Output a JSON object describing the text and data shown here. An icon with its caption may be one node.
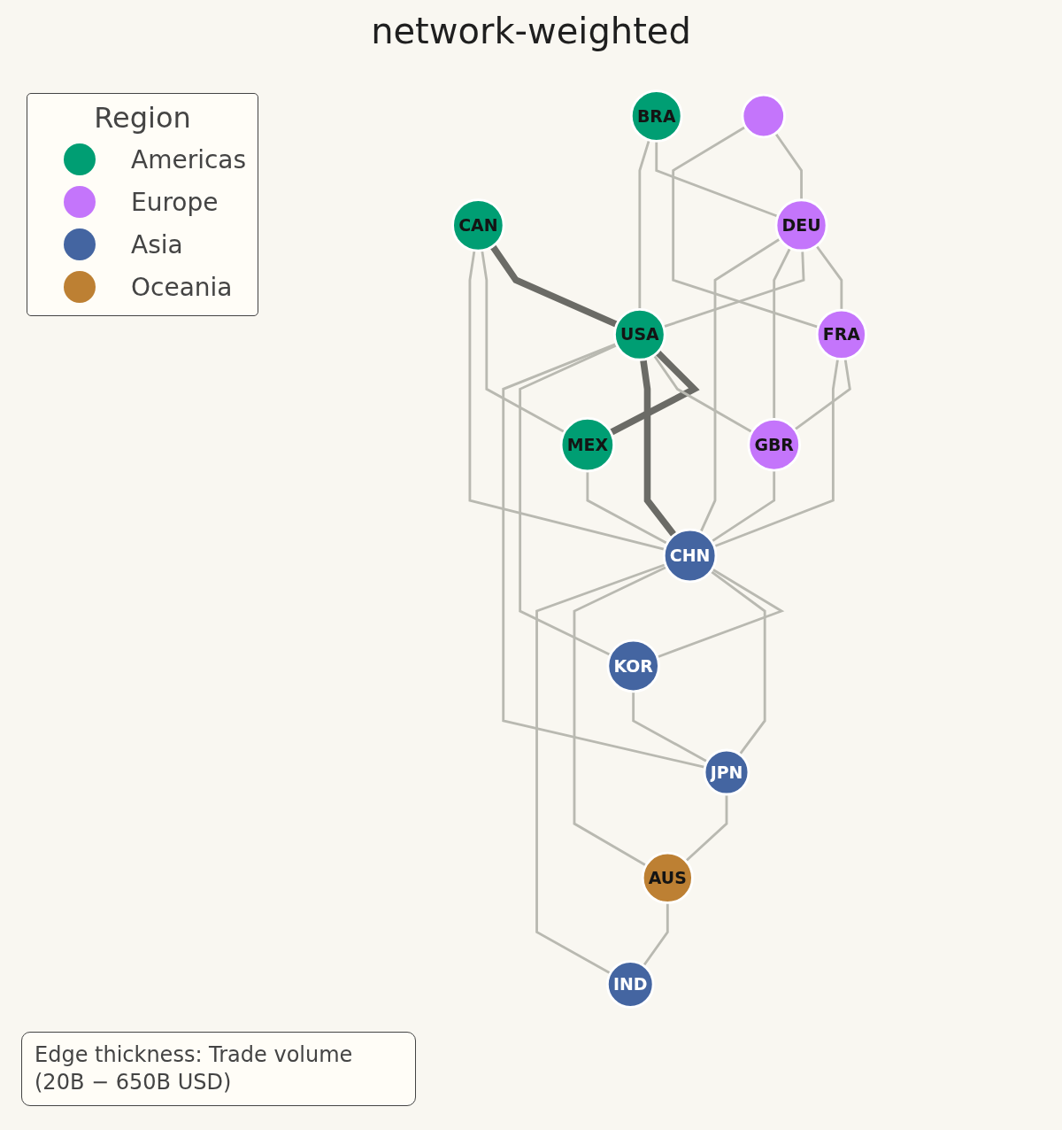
{
  "diagram": {
    "title": "network-weighted",
    "nodes": [
      {
        "text": [
          "BRA"
        ]
      },
      {
        "text": [],
        "shape": "circle"
      },
      {
        "text": [
          "CAN"
        ]
      },
      {
        "text": [
          "DEU"
        ]
      },
      {
        "text": [
          "FRA"
        ]
      },
      {
        "text": [
          "USA"
        ]
      },
      {
        "text": [
          "MEX"
        ]
      },
      {
        "text": [
          "GBR"
        ]
      },
      {
        "text": [
          "CHN"
        ]
      },
      {
        "text": [
          "KOR"
        ]
      },
      {
        "text": [
          "JPN"
        ]
      },
      {
        "text": [
          "AUS"
        ]
      },
      {
        "text": [
          "IND"
        ]
      }
    ],
    "edges": [
      {
        "from": 0,
        "to": 3,
        "arrow": "none"
      },
      {
        "from": 0,
        "to": 5,
        "arrow": "none"
      },
      {
        "from": 1,
        "to": 3,
        "arrow": "none"
      },
      {
        "from": 1,
        "to": 4,
        "arrow": "none"
      },
      {
        "from": 2,
        "to": 5,
        "arrow": "none",
        "style": "thick",
        "color": "#6b6b66"
      },
      {
        "from": 2,
        "to": 6,
        "arrow": "none"
      },
      {
        "from": 2,
        "to": 8,
        "arrow": "none"
      },
      {
        "from": 3,
        "to": 4,
        "arrow": "none"
      },
      {
        "from": 3,
        "to": 5,
        "arrow": "none"
      },
      {
        "from": 3,
        "to": 7,
        "arrow": "none"
      },
      {
        "from": 3,
        "to": 8,
        "arrow": "none"
      },
      {
        "from": 4,
        "to": 7,
        "arrow": "none"
      },
      {
        "from": 4,
        "to": 8,
        "arrow": "none"
      },
      {
        "from": 5,
        "to": 6,
        "arrow": "none",
        "style": "thick",
        "color": "#6b6b66"
      },
      {
        "from": 5,
        "to": 7,
        "arrow": "none"
      },
      {
        "from": 5,
        "to": 8,
        "arrow": "none",
        "style": "thick",
        "color": "#6b6b66"
      },
      {
        "from": 5,
        "to": 9,
        "arrow": "none"
      },
      {
        "from": 5,
        "to": 10,
        "arrow": "none"
      },
      {
        "from": 6,
        "to": 8,
        "arrow": "none"
      },
      {
        "from": 7,
        "to": 8,
        "arrow": "none"
      },
      {
        "from": 8,
        "to": 9,
        "arrow": "none"
      },
      {
        "from": 8,
        "to": 10,
        "arrow": "none"
      },
      {
        "from": 8,
        "to": 11,
        "arrow": "none"
      },
      {
        "from": 8,
        "to": 12,
        "arrow": "none"
      },
      {
        "from": 9,
        "to": 10,
        "arrow": "none"
      },
      {
        "from": 10,
        "to": 11,
        "arrow": "none"
      },
      {
        "from": 11,
        "to": 12,
        "arrow": "none"
      }
    ],
    "labels": [
      "Region",
      "Edge thickness: Trade volume (20B − 650B USD)"
    ],
    "legend": [
      {
        "text": "Americas",
        "color": "#009e73"
      },
      {
        "text": "Europe",
        "color": "#c475fb"
      },
      {
        "text": "Asia",
        "color": "#4465a1"
      },
      {
        "text": "Oceania",
        "color": "#bd8033"
      }
    ]
  }
}
